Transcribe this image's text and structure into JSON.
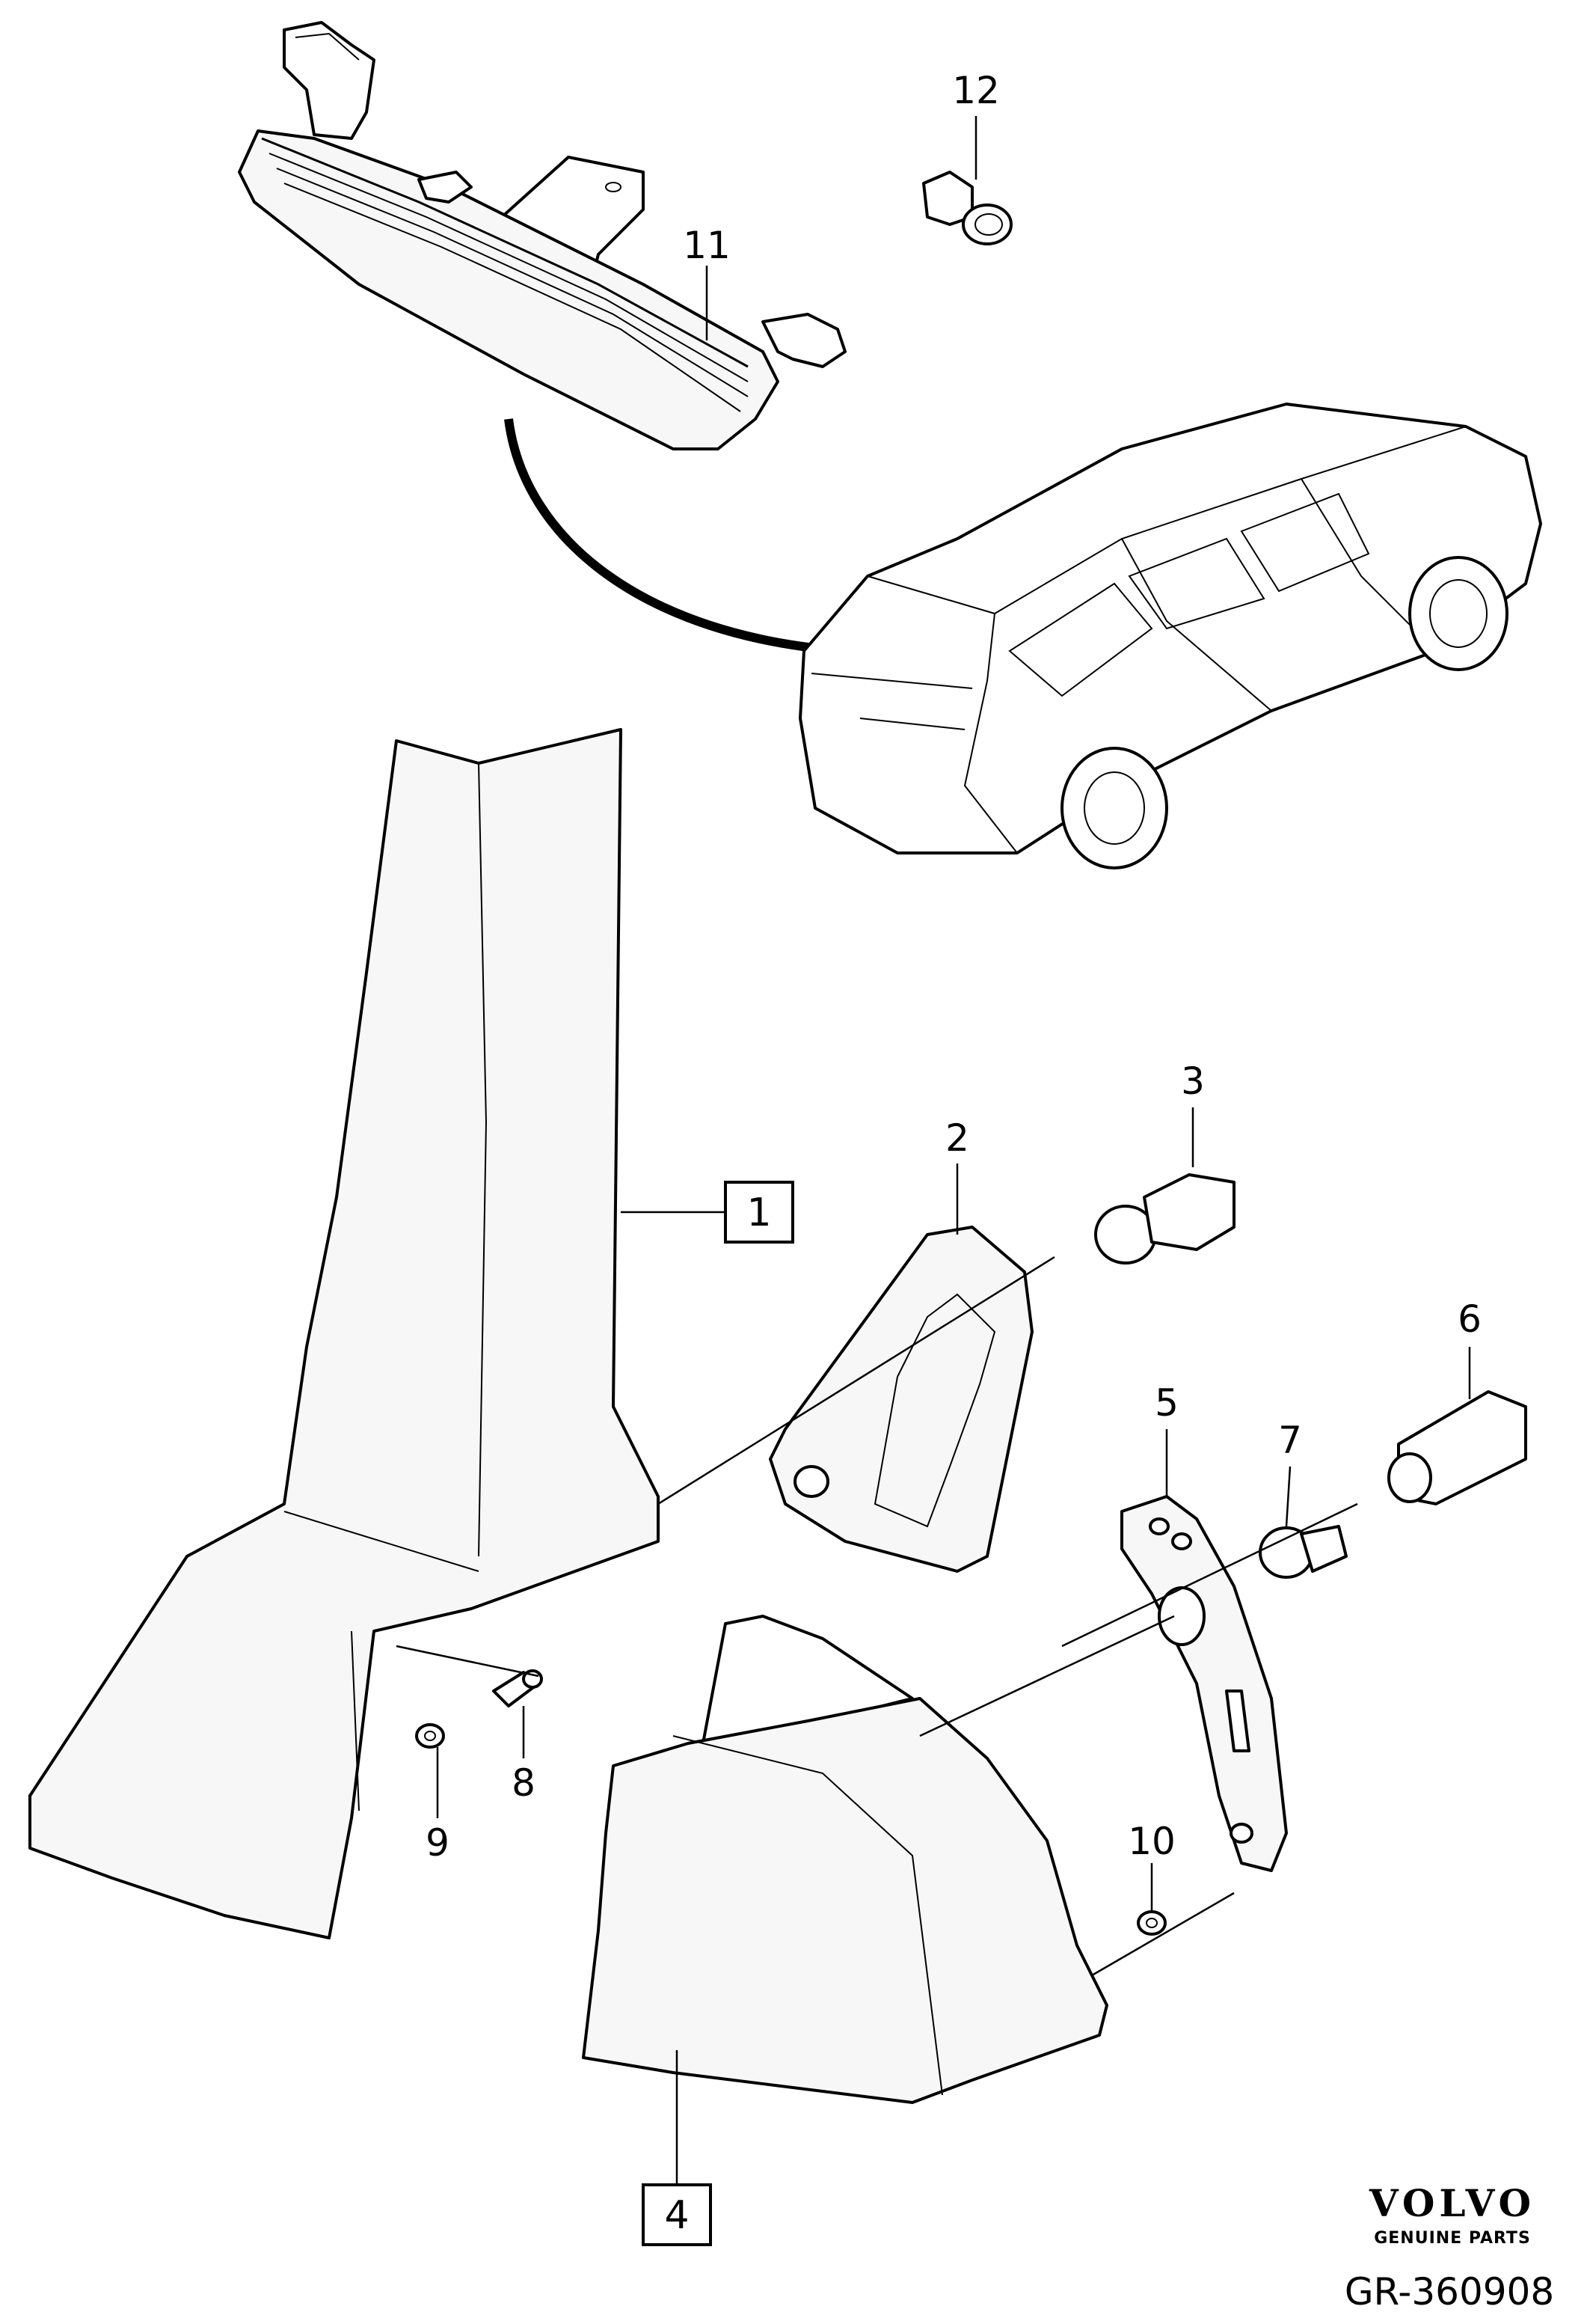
{
  "callouts": [
    {
      "id": "11",
      "label": "11"
    },
    {
      "id": "12",
      "label": "12"
    },
    {
      "id": "3",
      "label": "3"
    },
    {
      "id": "2",
      "label": "2"
    },
    {
      "id": "6",
      "label": "6"
    },
    {
      "id": "5",
      "label": "5"
    },
    {
      "id": "7",
      "label": "7"
    },
    {
      "id": "8",
      "label": "8"
    },
    {
      "id": "9",
      "label": "9"
    },
    {
      "id": "10",
      "label": "10"
    }
  ],
  "boxed_callouts": [
    {
      "id": "1",
      "label": "1"
    },
    {
      "id": "4",
      "label": "4"
    }
  ],
  "footer": {
    "brand": "VOLVO",
    "tagline": "GENUINE PARTS",
    "reference": "GR-360908"
  }
}
